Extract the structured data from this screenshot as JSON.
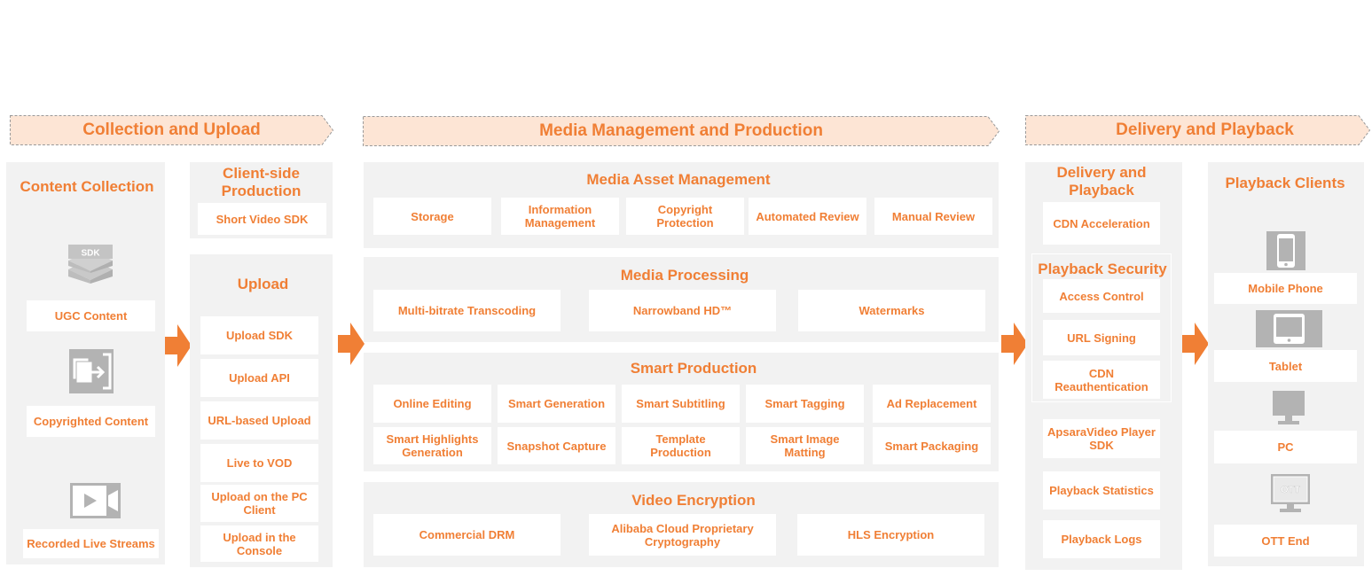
{
  "colors": {
    "accent": "#f07f35",
    "panel": "#f2f2f2",
    "banner_fill": "#fde5d5",
    "icon_gray": "#b3b3b3"
  },
  "stages": {
    "collection": "Collection and Upload",
    "media": "Media Management and Production",
    "delivery": "Delivery and Playback"
  },
  "content_collection": {
    "title": "Content Collection",
    "sdk_icon_label": "SDK",
    "ugc": "UGC Content",
    "copyrighted": "Copyrighted Content",
    "recorded": "Recorded Live Streams"
  },
  "client_side": {
    "title": "Client-side Production",
    "short_video_sdk": "Short Video SDK"
  },
  "upload": {
    "title": "Upload",
    "items": [
      "Upload SDK",
      "Upload API",
      "URL-based Upload",
      "Live to VOD",
      "Upload on the PC Client",
      "Upload in the Console"
    ]
  },
  "media_asset": {
    "title": "Media Asset Management",
    "items": [
      "Storage",
      "Information Management",
      "Copyright Protection",
      "Automated Review",
      "Manual Review"
    ]
  },
  "media_processing": {
    "title": "Media Processing",
    "items": [
      "Multi-bitrate Transcoding",
      "Narrowband HD™",
      "Watermarks"
    ]
  },
  "smart_production": {
    "title": "Smart Production",
    "row1": [
      "Online Editing",
      "Smart Generation",
      "Smart Subtitling",
      "Smart Tagging",
      "Ad Replacement"
    ],
    "row2": [
      "Smart Highlights Generation",
      "Snapshot Capture",
      "Template Production",
      "Smart Image Matting",
      "Smart Packaging"
    ]
  },
  "video_encryption": {
    "title": "Video Encryption",
    "items": [
      "Commercial DRM",
      "Alibaba Cloud Proprietary Cryptography",
      "HLS Encryption"
    ]
  },
  "delivery": {
    "title": "Delivery and Playback",
    "cdn": "CDN Acceleration",
    "security_title": "Playback Security",
    "security_items": [
      "Access Control",
      "URL Signing",
      "CDN Reauthentication"
    ],
    "player_sdk": "ApsaraVideo Player SDK",
    "stats": "Playback Statistics",
    "logs": "Playback Logs"
  },
  "clients": {
    "title": "Playback Clients",
    "mobile": "Mobile Phone",
    "tablet": "Tablet",
    "pc": "PC",
    "ott_icon_label": "OTT",
    "ott": "OTT End"
  }
}
